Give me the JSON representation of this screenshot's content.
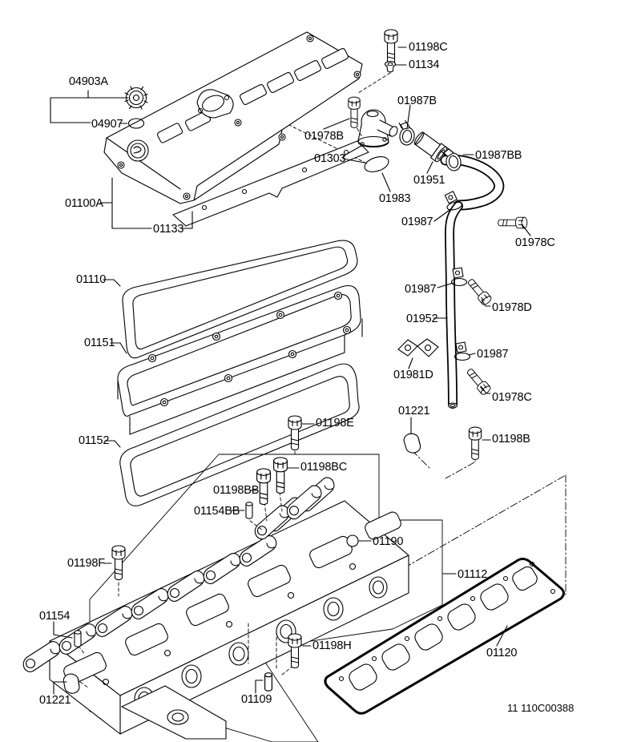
{
  "diagram": {
    "type": "exploded-parts-diagram",
    "subject": "engine valve cover and cylinder head assembly",
    "footer_code": "11 110C00388",
    "colors": {
      "background": "#ffffff",
      "line": "#000000"
    },
    "labels": [
      {
        "part": "01198C"
      },
      {
        "part": "01134"
      },
      {
        "part": "04903A"
      },
      {
        "part": "01987B"
      },
      {
        "part": "04907"
      },
      {
        "part": "01978B"
      },
      {
        "part": "01987BB"
      },
      {
        "part": "01303"
      },
      {
        "part": "01951"
      },
      {
        "part": "01983"
      },
      {
        "part": "01100A"
      },
      {
        "part": "01987"
      },
      {
        "part": "01133"
      },
      {
        "part": "01978C"
      },
      {
        "part": "01110"
      },
      {
        "part": "01987"
      },
      {
        "part": "01978D"
      },
      {
        "part": "01952"
      },
      {
        "part": "01151"
      },
      {
        "part": "01987"
      },
      {
        "part": "01981D"
      },
      {
        "part": "01978C"
      },
      {
        "part": "01221"
      },
      {
        "part": "01198E"
      },
      {
        "part": "01152"
      },
      {
        "part": "01198B"
      },
      {
        "part": "01198BC"
      },
      {
        "part": "01198BB"
      },
      {
        "part": "01154BB"
      },
      {
        "part": "01190"
      },
      {
        "part": "01112"
      },
      {
        "part": "01198F"
      },
      {
        "part": "01154"
      },
      {
        "part": "01198H"
      },
      {
        "part": "01120"
      },
      {
        "part": "01221"
      },
      {
        "part": "01109"
      }
    ]
  }
}
